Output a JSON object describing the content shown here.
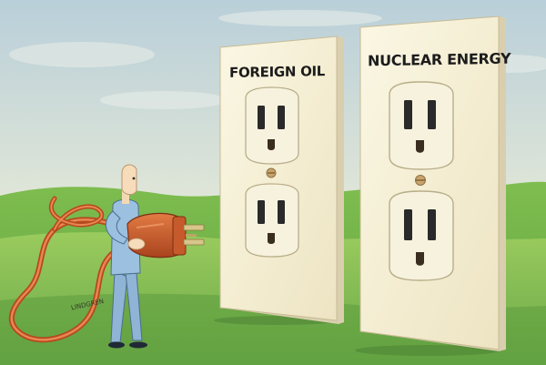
{
  "outlets": [
    {
      "label": "FOREIGN OIL"
    },
    {
      "label": "NUCLEAR ENERGY"
    }
  ],
  "signature": "LINDGREN",
  "colors": {
    "sky_top": "#b9cfd9",
    "sky_bottom": "#f1eed3",
    "grass_light": "#a9d46d",
    "grass_dark": "#4f9b3a",
    "plate": "#f5f0d8",
    "cord": "#d8652e",
    "figure_suit": "#8fb4d6"
  },
  "icons": [
    "electrical-plug-icon",
    "wall-outlet-icon"
  ]
}
